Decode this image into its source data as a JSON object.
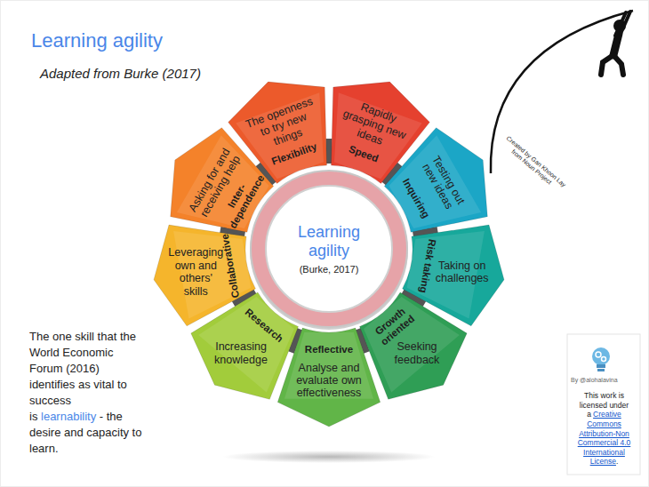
{
  "diagram": {
    "title": "Learning agility",
    "nodes": [
      {
        "text": [
          "Learning agility",
          "(Burke, 2017)"
        ]
      },
      {
        "text": [
          "The openness to try new things",
          "Flexibility"
        ]
      },
      {
        "text": [
          "Rapidly grasping new ideas",
          "Speed"
        ]
      },
      {
        "text": [
          "Testing out new ideas",
          "Inquiring"
        ]
      },
      {
        "text": [
          "Taking on challenges",
          "Risk taking"
        ]
      },
      {
        "text": [
          "Seeking feedback",
          "Growth oriented"
        ]
      },
      {
        "text": [
          "Analyse and evaluate own effectiveness",
          "Reflective"
        ]
      },
      {
        "text": [
          "Increasing knowledge",
          "Research"
        ]
      },
      {
        "text": [
          "Leveraging own and others' skills",
          "Collaborative"
        ]
      },
      {
        "text": [
          "Asking for and receiving help",
          "Inter- dependence"
        ]
      }
    ],
    "labels": [
      "Adapted from Burke (2017)",
      "The one skill that the World Economic Forum (2016) identifies as vital to success is",
      "learnability",
      "- the desire and capacity to learn.",
      "Created by Gan Khoon Lay from Noun Project",
      "By @alohalavina",
      "This work is licensed under a",
      "Creative Commons Attribution-Non Commercial 4.0 International License",
      "."
    ]
  }
}
